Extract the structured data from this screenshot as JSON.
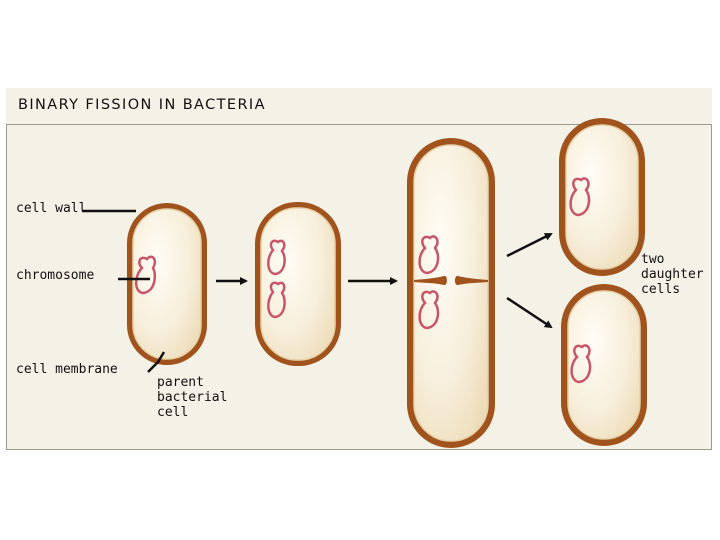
{
  "figure": {
    "title": "BINARY FISSION IN BACTERIA",
    "labels": {
      "cell_wall": "cell wall",
      "chromosome": "chromosome",
      "cell_membrane": "cell membrane",
      "parent_cell": "parent\nbacterial\ncell",
      "daughter_cells": "two\ndaughter\ncells"
    },
    "colors": {
      "cell_wall": "#a0531d",
      "cell_interior": "#f4ead2",
      "membrane_edge": "#ead9b5",
      "chromosome": "#c8566a",
      "background": "#f4f2e6"
    }
  }
}
